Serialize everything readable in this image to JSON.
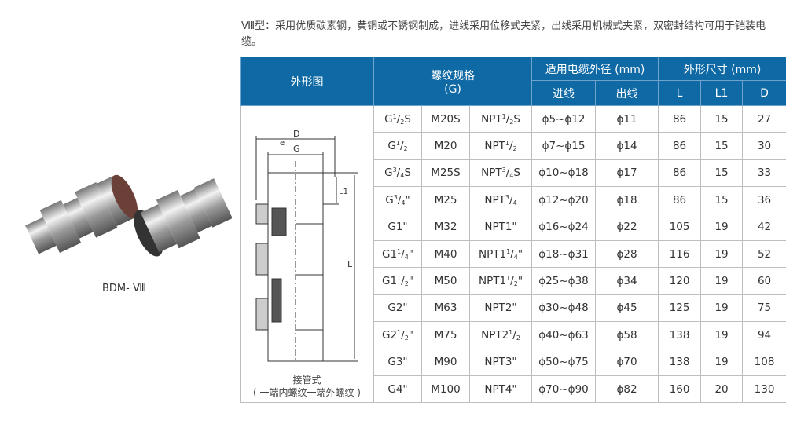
{
  "description": "Ⅷ型：采用优质碳素钢，黄铜或不锈钢制成，进线采用位移式夹紧，出线采用机械式夹紧，双密封结构可用于铠装电缆。",
  "product": {
    "model": "BDM- Ⅷ"
  },
  "drawing": {
    "labels": {
      "D": "D",
      "G": "G",
      "L": "L",
      "L1": "L1",
      "e": "e"
    },
    "caption1": "接管式",
    "caption2": "( 一端内螺纹一端外螺纹 )"
  },
  "table": {
    "headers": {
      "figure": "外形图",
      "thread": "螺纹规格",
      "thread_unit": "(G)",
      "cable": "适用电缆外径 (mm)",
      "dims": "外形尺寸 (mm)",
      "inlet": "进线",
      "outlet": "出线",
      "L": "L",
      "L1": "L1",
      "D": "D"
    },
    "rows": [
      [
        {
          "pre": "G",
          "num": "1",
          "den": "2",
          "post": "S"
        },
        "M20S",
        {
          "pre": "NPT",
          "num": "1",
          "den": "2",
          "post": "S"
        },
        "ϕ5~ϕ12",
        "ϕ11",
        "86",
        "15",
        "27"
      ],
      [
        {
          "pre": "G",
          "num": "1",
          "den": "2",
          "post": ""
        },
        "M20",
        {
          "pre": "NPT",
          "num": "1",
          "den": "2",
          "post": ""
        },
        "ϕ7~ϕ15",
        "ϕ14",
        "86",
        "15",
        "30"
      ],
      [
        {
          "pre": "G",
          "num": "3",
          "den": "4",
          "post": "S"
        },
        "M25S",
        {
          "pre": "NPT",
          "num": "3",
          "den": "4",
          "post": "S"
        },
        "ϕ10~ϕ18",
        "ϕ17",
        "86",
        "15",
        "33"
      ],
      [
        {
          "pre": "G",
          "num": "3",
          "den": "4",
          "post": "\""
        },
        "M25",
        {
          "pre": "NPT",
          "num": "3",
          "den": "4",
          "post": ""
        },
        "ϕ12~ϕ20",
        "ϕ18",
        "86",
        "15",
        "36"
      ],
      [
        "G1\"",
        "M32",
        "NPT1\"",
        "ϕ16~ϕ24",
        "ϕ22",
        "105",
        "19",
        "42"
      ],
      [
        {
          "pre": "G1",
          "num": "1",
          "den": "4",
          "post": "\""
        },
        "M40",
        {
          "pre": "NPT1",
          "num": "1",
          "den": "4",
          "post": "\""
        },
        "ϕ18~ϕ31",
        "ϕ28",
        "116",
        "19",
        "52"
      ],
      [
        {
          "pre": "G1",
          "num": "1",
          "den": "2",
          "post": "\""
        },
        "M50",
        {
          "pre": "NPT1",
          "num": "1",
          "den": "2",
          "post": "\""
        },
        "ϕ25~ϕ38",
        "ϕ34",
        "120",
        "19",
        "60"
      ],
      [
        "G2\"",
        "M63",
        "NPT2\"",
        "ϕ30~ϕ48",
        "ϕ45",
        "125",
        "19",
        "75"
      ],
      [
        {
          "pre": "G2",
          "num": "1",
          "den": "2",
          "post": "\""
        },
        "M75",
        {
          "pre": "NPT2",
          "num": "1",
          "den": "2",
          "post": ""
        },
        "ϕ40~ϕ63",
        "ϕ58",
        "138",
        "19",
        "94"
      ],
      [
        "G3\"",
        "M90",
        "NPT3\"",
        "ϕ50~ϕ75",
        "ϕ70",
        "138",
        "19",
        "108"
      ],
      [
        "G4\"",
        "M100",
        "NPT4\"",
        "ϕ70~ϕ90",
        "ϕ82",
        "160",
        "20",
        "130"
      ]
    ]
  },
  "colors": {
    "header": "#0e69a5"
  }
}
